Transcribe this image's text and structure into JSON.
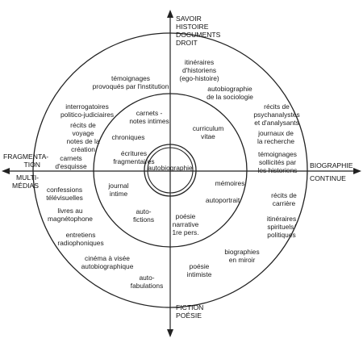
{
  "colors": {
    "ink": "#222222"
  },
  "axes": {
    "top": "SAVOIR\nHISTOIRE\nDOCUMENTS\nDROIT",
    "bottom": "FICTION\nPOÉSIE",
    "left_upper": "FRAGMENTA-\nTION",
    "left_lower": "MULTI-\nMÉDIAS",
    "right_upper": "BIOGRAPHIE",
    "right_lower": "CONTINUE"
  },
  "center_label": "autobiographie",
  "labels": [
    {
      "id": "itineraires-historiens",
      "text": "itinéraires\nd'historiens\n(ego-histoire)"
    },
    {
      "id": "autobiographie-sociologie",
      "text": "autobiographie\nde la sociologie"
    },
    {
      "id": "recits-psychanalystes",
      "text": "récits de\npsychanalystes\net d'analysants"
    },
    {
      "id": "journaux-recherche",
      "text": "journaux de\nla recherche"
    },
    {
      "id": "temoignages-historiens",
      "text": "témoignages\nsollicités par\nles historiens"
    },
    {
      "id": "temoignages-institution",
      "text": "témoignages\nprovoqués par l'institution"
    },
    {
      "id": "interrogatoires",
      "text": "interrogatoires\npolitico-judiciaires"
    },
    {
      "id": "recits-voyage",
      "text": "récits de\nvoyage\nnotes de la\ncréation"
    },
    {
      "id": "carnets-esquisse",
      "text": "carnets\nd'esquisse"
    },
    {
      "id": "carnets-notes",
      "text": "carnets -\nnotes intimes"
    },
    {
      "id": "chroniques",
      "text": "chroniques"
    },
    {
      "id": "ecritures-fragmentaires",
      "text": "écritures\nfragmentaires"
    },
    {
      "id": "curriculum-vitae",
      "text": "curriculum\nvitae"
    },
    {
      "id": "memoires",
      "text": "mémoires"
    },
    {
      "id": "autoportrait",
      "text": "autoportrait"
    },
    {
      "id": "journal-intime",
      "text": "journal\nintime"
    },
    {
      "id": "auto-fictions",
      "text": "auto-\nfictions"
    },
    {
      "id": "poesie-narrative",
      "text": "poésie\nnarrative\n1re pers."
    },
    {
      "id": "recits-carriere",
      "text": "récits de\ncarrière"
    },
    {
      "id": "itineraires-spirituels",
      "text": "itinéraires\nspirituels/\npolitiques"
    },
    {
      "id": "biographies-miroir",
      "text": "biographies\nen miroir"
    },
    {
      "id": "poesie-intimiste",
      "text": "poésie\nintimiste"
    },
    {
      "id": "confessions-televisuelles",
      "text": "confessions\ntélévisuelles"
    },
    {
      "id": "livres-magnetophone",
      "text": "livres au\nmagnétophone"
    },
    {
      "id": "entretiens-radiophoniques",
      "text": "entretiens\nradiophoniques"
    },
    {
      "id": "cinema-autobiographique",
      "text": "cinéma à visée\nautobiographique"
    },
    {
      "id": "auto-fabulations",
      "text": "auto-\nfabulations"
    }
  ]
}
